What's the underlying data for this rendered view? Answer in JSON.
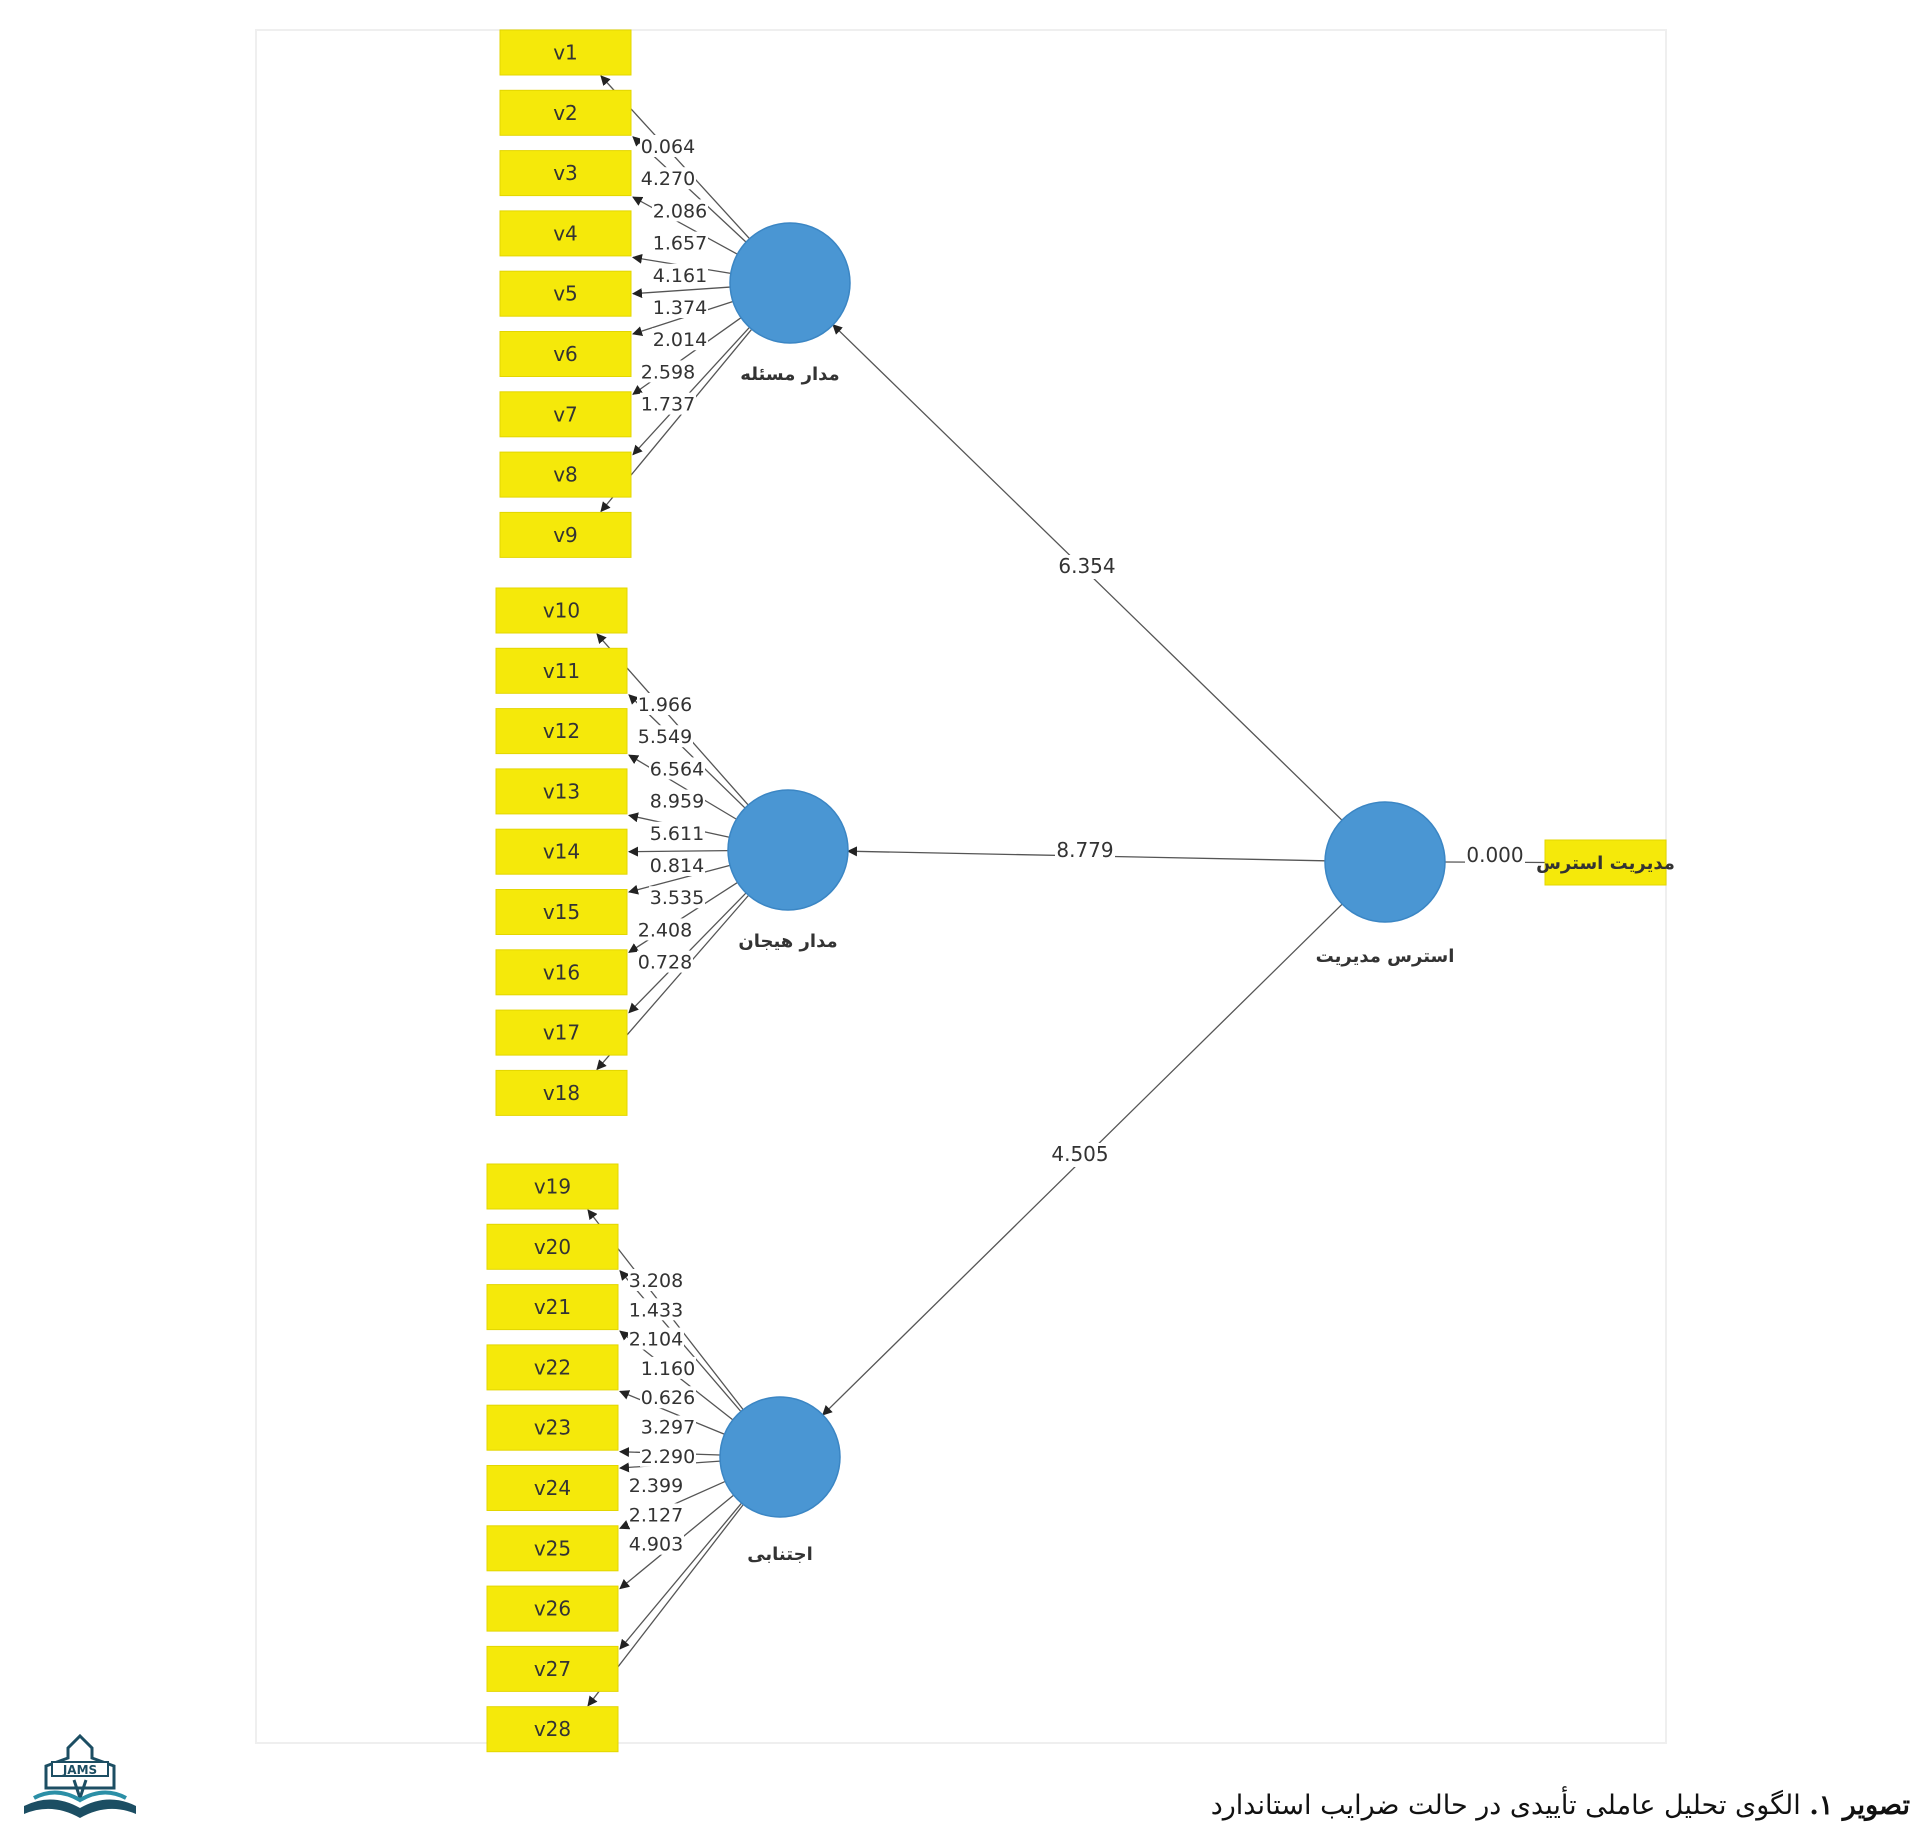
{
  "diagram": {
    "colors": {
      "indicator_fill": "#f5e90a",
      "construct_fill": "#4a96d3",
      "line": "#555555",
      "text": "#333333"
    },
    "constructs": {
      "problem": "مدار مسئله",
      "emotion": "مدار هیجان",
      "avoidance": "اجتنابی",
      "stress": "استرس مدیریت"
    },
    "stress_indicator": "مدیریت استرس",
    "paths": [
      {
        "from": "stress",
        "to": "problem",
        "value": "6.354"
      },
      {
        "from": "stress",
        "to": "emotion",
        "value": "8.779"
      },
      {
        "from": "stress",
        "to": "avoidance",
        "value": "4.505"
      },
      {
        "from": "stress",
        "to": "stress_indicator",
        "value": "0.000"
      }
    ],
    "groups": [
      {
        "construct": "problem",
        "indicators": [
          "v1",
          "v2",
          "v3",
          "v4",
          "v5",
          "v6",
          "v7",
          "v8",
          "v9"
        ],
        "loadings": [
          "0.064",
          "4.270",
          "2.086",
          "1.657",
          "4.161",
          "1.374",
          "2.014",
          "2.598",
          "1.737"
        ]
      },
      {
        "construct": "emotion",
        "indicators": [
          "v10",
          "v11",
          "v12",
          "v13",
          "v14",
          "v15",
          "v16",
          "v17",
          "v18"
        ],
        "loadings": [
          "1.966",
          "5.549",
          "6.564",
          "8.959",
          "5.611",
          "0.814",
          "3.535",
          "2.408",
          "0.728"
        ]
      },
      {
        "construct": "avoidance",
        "indicators": [
          "v19",
          "v20",
          "v21",
          "v22",
          "v23",
          "v24",
          "v25",
          "v26",
          "v27",
          "v28"
        ],
        "loadings": [
          "3.208",
          "1.433",
          "2.104",
          "1.160",
          "0.626",
          "3.297",
          "2.290",
          "2.399",
          "2.127",
          "4.903"
        ]
      }
    ]
  },
  "caption": {
    "label": "تصویر ۱.",
    "text": "الگوی تحلیل عاملی تأییدی در حالت ضرایب استاندارد"
  },
  "logo": {
    "text": "JAMS",
    "icon": "jams-journal-logo-icon"
  }
}
